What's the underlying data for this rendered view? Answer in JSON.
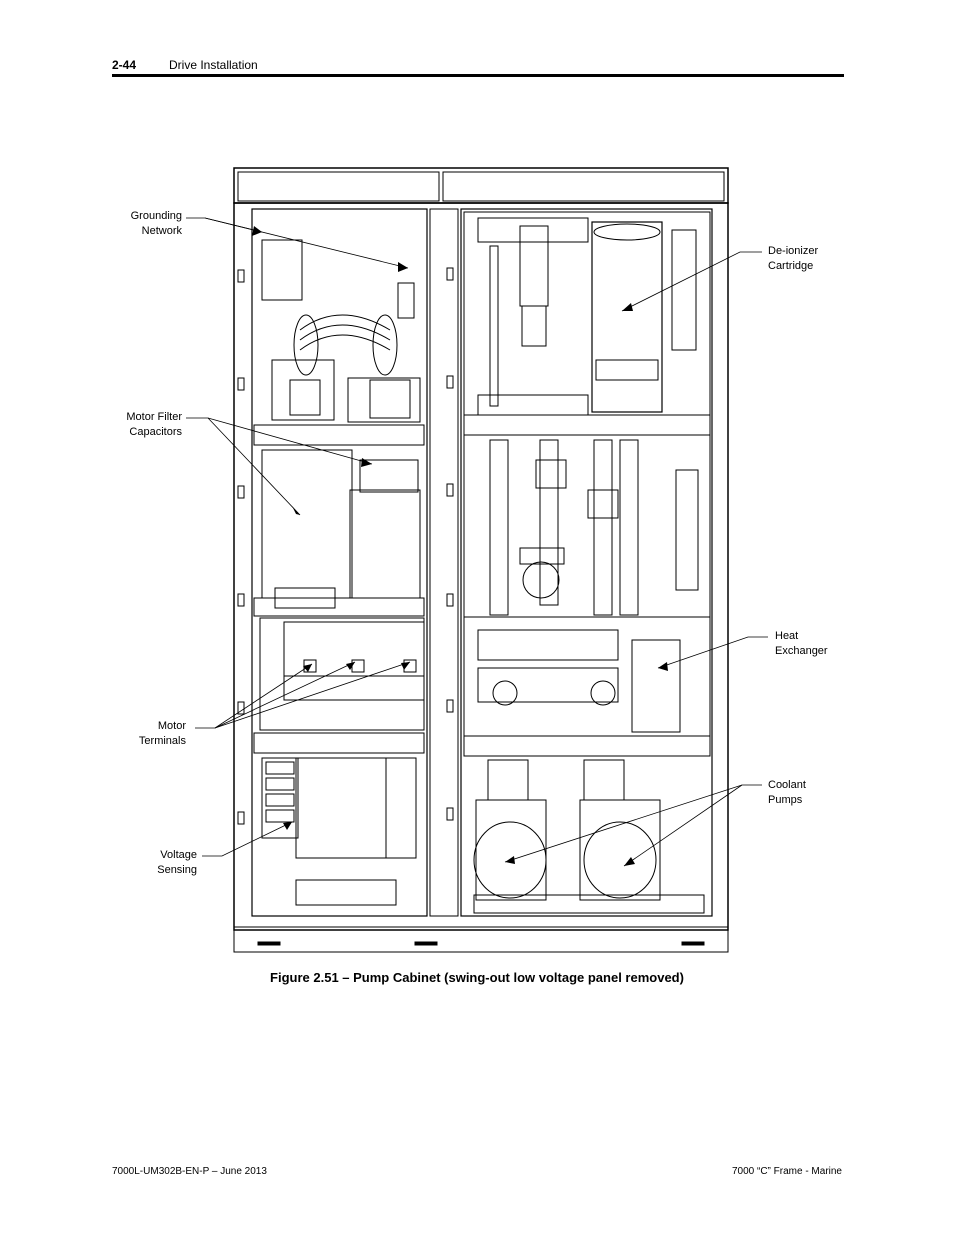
{
  "header": {
    "page_number": "2-44",
    "section_title": "Drive Installation"
  },
  "figure": {
    "callouts": {
      "grounding": "Grounding\nNetwork",
      "motor_filter": "Motor Filter\nCapacitors",
      "motor_terminals": "Motor\nTerminals",
      "voltage_sensing": "Voltage\nSensing",
      "deionizer": "De-ionizer\nCartridge",
      "heat_exchanger": "Heat\nExchanger",
      "coolant_pumps": "Coolant\nPumps"
    },
    "caption": "Figure 2.51 – Pump Cabinet (swing-out low voltage panel removed)"
  },
  "footer": {
    "doc_id": "7000L-UM302B-EN-P – June 2013",
    "product": "7000 “C” Frame - Marine"
  }
}
